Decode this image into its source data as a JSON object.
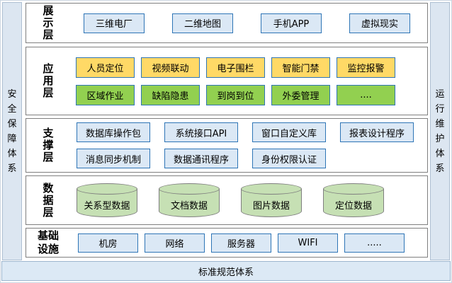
{
  "side_left": "安全保障体系",
  "side_right": "运行维护体系",
  "bottom_bar": "标准规范体系",
  "display_layer": {
    "label": "展示层",
    "items": [
      "三维电厂",
      "二维地图",
      "手机APP",
      "虚拟现实"
    ]
  },
  "app_layer": {
    "label": "应用层",
    "row1": [
      "人员定位",
      "视频联动",
      "电子围栏",
      "智能门禁",
      "监控报警"
    ],
    "row2": [
      "区域作业",
      "缺陷隐患",
      "到岗到位",
      "外委管理",
      "...."
    ]
  },
  "support_layer": {
    "label": "支撑层",
    "row1": [
      "数据库操作包",
      "系统接口API",
      "窗口自定义库",
      "报表设计程序"
    ],
    "row2": [
      "消息同步机制",
      "数据通讯程序",
      "身份权限认证"
    ]
  },
  "data_layer": {
    "label": "数据层",
    "items": [
      "关系型数据",
      "文档数据",
      "图片数据",
      "定位数据"
    ]
  },
  "infra_layer": {
    "label": "基础设施",
    "items": [
      "机房",
      "网络",
      "服务器",
      "WIFI",
      "....."
    ]
  },
  "colors": {
    "app_row1_fill": "#ffd966",
    "app_row2_fill": "#92d050",
    "blue_item_fill": "#dbe8f5",
    "item_border": "#2e75b6",
    "cylinder_fill": "#c6e0b4",
    "frame_border": "#7f7f7f",
    "panel_fill": "#dce6f1"
  }
}
